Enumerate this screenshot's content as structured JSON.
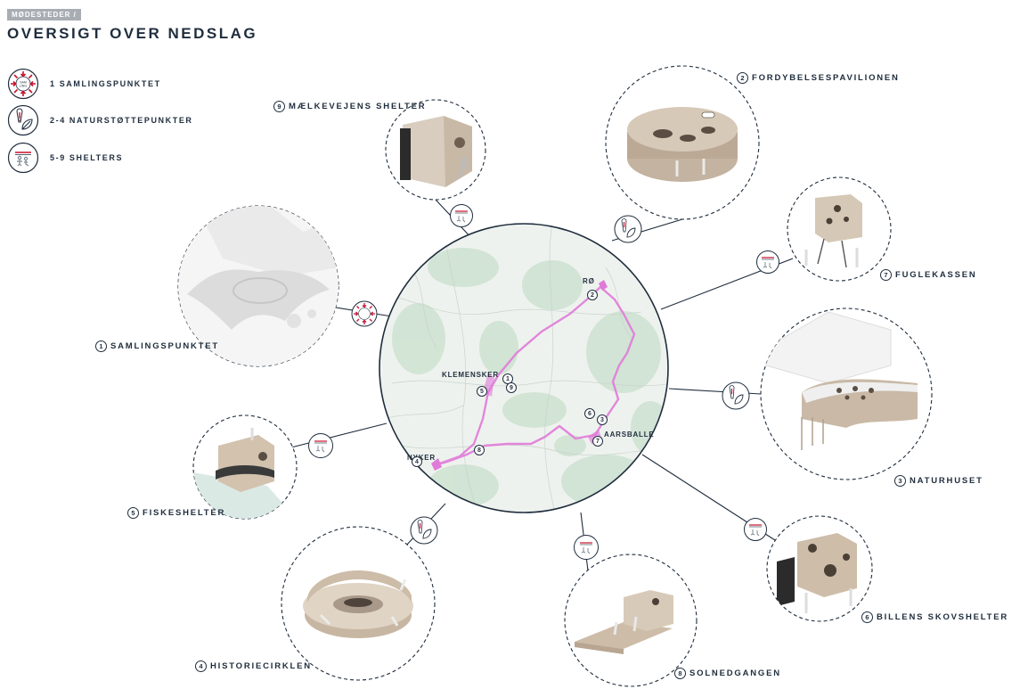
{
  "header": {
    "tag": "MØDESTEDER /",
    "title": "OVERSIGT OVER NEDSLAG"
  },
  "legend": [
    {
      "icon": "gathering-icon",
      "label": "1 SAMLINGSPUNKTET",
      "icon_text": "SAM\nLING"
    },
    {
      "icon": "nature-leaf-icon",
      "label": "2-4 NATURSTØTTEPUNKTER"
    },
    {
      "icon": "shelter-icon",
      "label": "5-9 SHELTERS"
    }
  ],
  "sites": [
    {
      "num": "9",
      "name": "MÆLKEVEJENS SHELTER"
    },
    {
      "num": "2",
      "name": "FORDYBELSESPAVILIONEN"
    },
    {
      "num": "7",
      "name": "FUGLEKASSEN"
    },
    {
      "num": "1",
      "name": "SAMLINGSPUNKTET"
    },
    {
      "num": "3",
      "name": "NATURHUSET"
    },
    {
      "num": "5",
      "name": "FISKESHELTER"
    },
    {
      "num": "6",
      "name": "BILLENS SKOVSHELTER"
    },
    {
      "num": "4",
      "name": "HISTORIECIRKLEN"
    },
    {
      "num": "8",
      "name": "SOLNEDGANGEN"
    }
  ],
  "map": {
    "places": {
      "ro": "RØ",
      "klemensker": "KLEMENSKER",
      "aarsballe": "AARSBALLE",
      "nyker": "NYKER"
    },
    "markers": [
      "2",
      "1",
      "9",
      "5",
      "6",
      "3",
      "7",
      "8",
      "4"
    ]
  },
  "colors": {
    "ink": "#1f2d3d",
    "route": "#e07ad8",
    "accent_red": "#c8102e",
    "map_green": "#cfe3d2",
    "sea": "#cfe0ea"
  }
}
